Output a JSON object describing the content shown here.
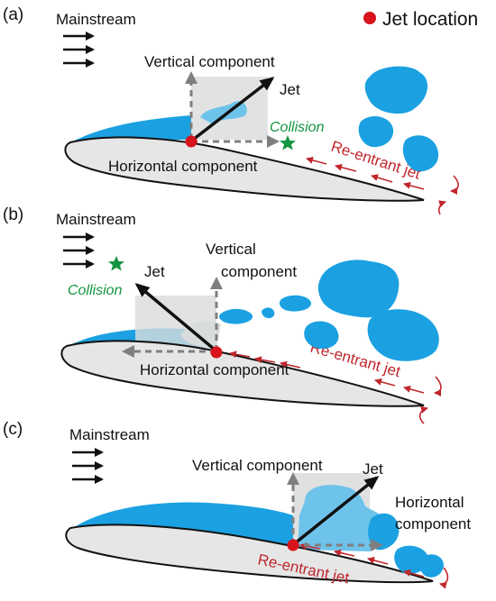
{
  "legend": {
    "label": "Jet location",
    "marker_color": "#d8141d"
  },
  "colors": {
    "cavity": "#1ba1e2",
    "cavity_light": "#6ec3ea",
    "hydrofoil_fill": "#e6e6e6",
    "reentrant": "#c0272d",
    "collision": "#139440",
    "component_arrow": "#7f7f7f",
    "jet_arrow": "#111111"
  },
  "panels": [
    {
      "label": "(a)",
      "mainstream": "Mainstream",
      "vertical": "Vertical component",
      "horizontal": "Horizontal component",
      "jet": "Jet",
      "collision": "Collision",
      "reentrant": "Re-entrant jet"
    },
    {
      "label": "(b)",
      "mainstream": "Mainstream",
      "vertical_line1": "Vertical",
      "vertical_line2": "component",
      "horizontal": "Horizontal component",
      "jet": "Jet",
      "collision": "Collision",
      "reentrant": "Re-entrant jet"
    },
    {
      "label": "(c)",
      "mainstream": "Mainstream",
      "vertical": "Vertical component",
      "horizontal_line1": "Horizontal",
      "horizontal_line2": "component",
      "jet": "Jet",
      "reentrant": "Re-entrant jet"
    }
  ]
}
